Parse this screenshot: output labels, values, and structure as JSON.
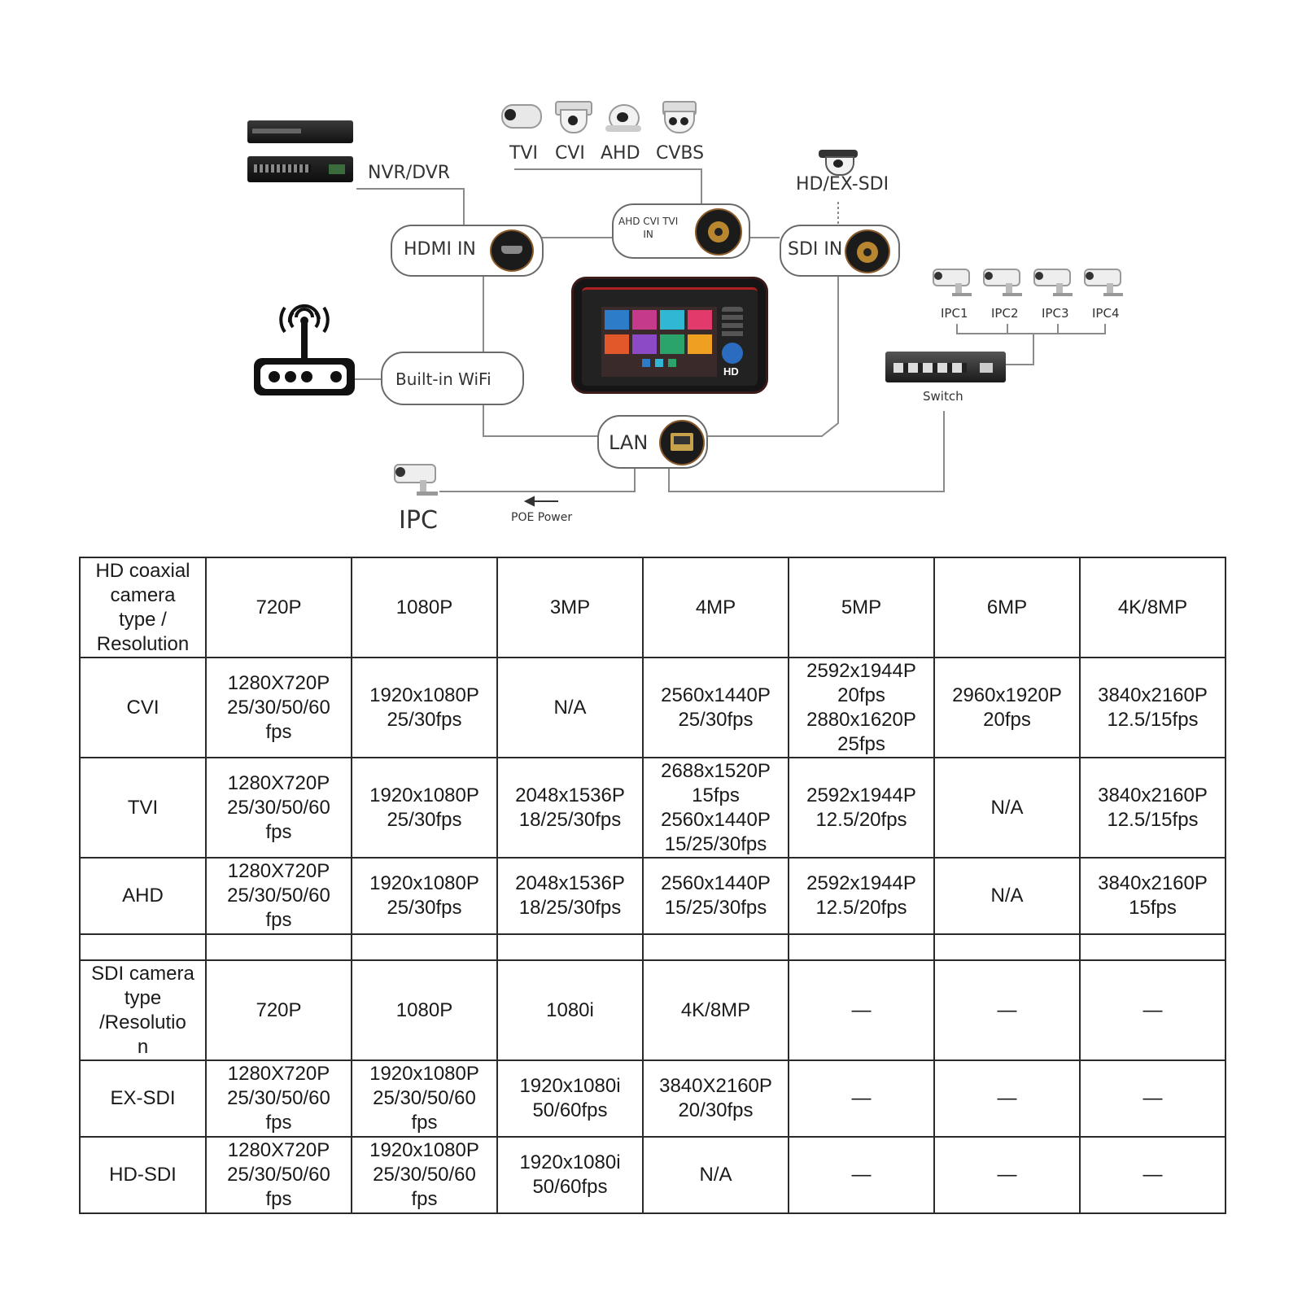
{
  "diagram": {
    "nvr_dvr_label": "NVR/DVR",
    "analog_cameras": [
      "TVI",
      "CVI",
      "AHD",
      "CVBS"
    ],
    "sdi_camera_label": "HD/EX-SDI",
    "hdmi_in_label": "HDMI IN",
    "analog_in_label": "AHD CVI TVI\nIN",
    "sdi_in_label": "SDI IN",
    "wifi_label": "Built-in WiFi",
    "lan_label": "LAN",
    "device_badge": "HD",
    "ipc_cameras": [
      "IPC1",
      "IPC2",
      "IPC3",
      "IPC4"
    ],
    "switch_label": "Switch",
    "ipc_label": "IPC",
    "poe_label": "POE Power"
  },
  "table": {
    "rows": [
      {
        "cls": "r-head",
        "cells": [
          "HD coaxial\ncamera\ntype /\nResolution",
          "720P",
          "1080P",
          "3MP",
          "4MP",
          "5MP",
          "6MP",
          "4K/8MP"
        ]
      },
      {
        "cls": "r-cvi",
        "cells": [
          "CVI",
          "1280X720P\n25/30/50/60\nfps",
          "1920x1080P\n25/30fps",
          "N/A",
          "2560x1440P\n25/30fps",
          "2592x1944P\n20fps\n2880x1620P\n25fps",
          "2960x1920P\n20fps",
          "3840x2160P\n12.5/15fps"
        ]
      },
      {
        "cls": "r-tvi",
        "cells": [
          "TVI",
          "1280X720P\n25/30/50/60\nfps",
          "1920x1080P\n25/30fps",
          "2048x1536P\n18/25/30fps",
          "2688x1520P\n15fps\n2560x1440P\n15/25/30fps",
          "2592x1944P\n12.5/20fps",
          "N/A",
          "3840x2160P\n12.5/15fps"
        ]
      },
      {
        "cls": "r-ahd",
        "cells": [
          "AHD",
          "1280X720P\n25/30/50/60\nfps",
          "1920x1080P\n25/30fps",
          "2048x1536P\n18/25/30fps",
          "2560x1440P\n15/25/30fps",
          "2592x1944P\n12.5/20fps",
          "N/A",
          "3840x2160P\n15fps"
        ]
      },
      {
        "cls": "r-blank",
        "cells": [
          "",
          "",
          "",
          "",
          "",
          "",
          "",
          ""
        ]
      },
      {
        "cls": "r-sdihead",
        "cells": [
          "SDI camera\ntype\n/Resolutio\nn",
          "720P",
          "1080P",
          "1080i",
          "4K/8MP",
          "—",
          "—",
          "—"
        ]
      },
      {
        "cls": "r-exsdi",
        "cells": [
          "EX-SDI",
          "1280X720P\n25/30/50/60\nfps",
          "1920x1080P\n25/30/50/60\nfps",
          "1920x1080i\n50/60fps",
          "3840X2160P\n20/30fps",
          "—",
          "—",
          "—"
        ]
      },
      {
        "cls": "r-hdsdi",
        "cells": [
          "HD-SDI",
          "1280X720P\n25/30/50/60\nfps",
          "1920x1080P\n25/30/50/60\nfps",
          "1920x1080i\n50/60fps",
          "N/A",
          "—",
          "—",
          "—"
        ]
      }
    ]
  }
}
